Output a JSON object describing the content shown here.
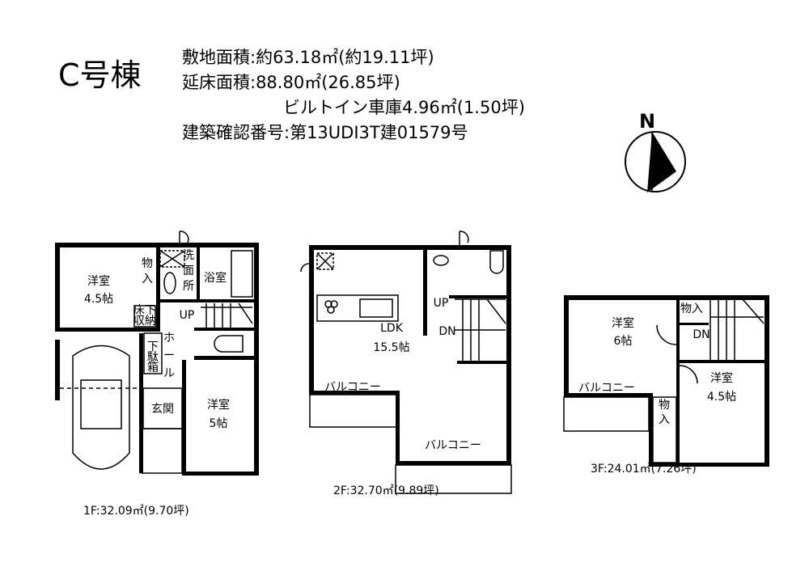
{
  "header": {
    "building": "C号棟",
    "site_area": "敷地面積:約63.18㎡(約19.11坪)",
    "floor_area": "延床面積:88.80㎡(26.85坪)",
    "garage": "ビルトイン車庫4.96㎡(1.50坪)",
    "permit": "建築確認番号:第13UDI3T建01579号"
  },
  "compass": {
    "label": "N"
  },
  "floor1": {
    "caption": "1F:32.09㎡(9.70坪)",
    "room1": {
      "name": "洋室",
      "size": "4.5帖"
    },
    "closet": [
      "物",
      "入"
    ],
    "washroom": [
      "洗",
      "面",
      "所"
    ],
    "bath": "浴室",
    "underfloor": [
      "床下",
      "収納"
    ],
    "up": "UP",
    "hall": [
      "ホ",
      "ー",
      "ル"
    ],
    "shoebox": [
      "下",
      "駄",
      "箱"
    ],
    "entrance": "玄関",
    "room2": {
      "name": "洋室",
      "size": "5帖"
    }
  },
  "floor2": {
    "caption": "2F:32.70㎡(9.89坪)",
    "ldk": {
      "name": "LDK",
      "size": "15.5帖"
    },
    "up": "UP",
    "dn": "DN",
    "balcony1": "バルコニー",
    "balcony2": "バルコニー"
  },
  "floor3": {
    "caption": "3F:24.01㎡(7.26坪)",
    "room1": {
      "name": "洋室",
      "size": "6帖"
    },
    "room2": {
      "name": "洋室",
      "size": "4.5帖"
    },
    "closet1": "物入",
    "closet2": [
      "物",
      "入"
    ],
    "dn": "DN",
    "balcony": "バルコニー"
  }
}
